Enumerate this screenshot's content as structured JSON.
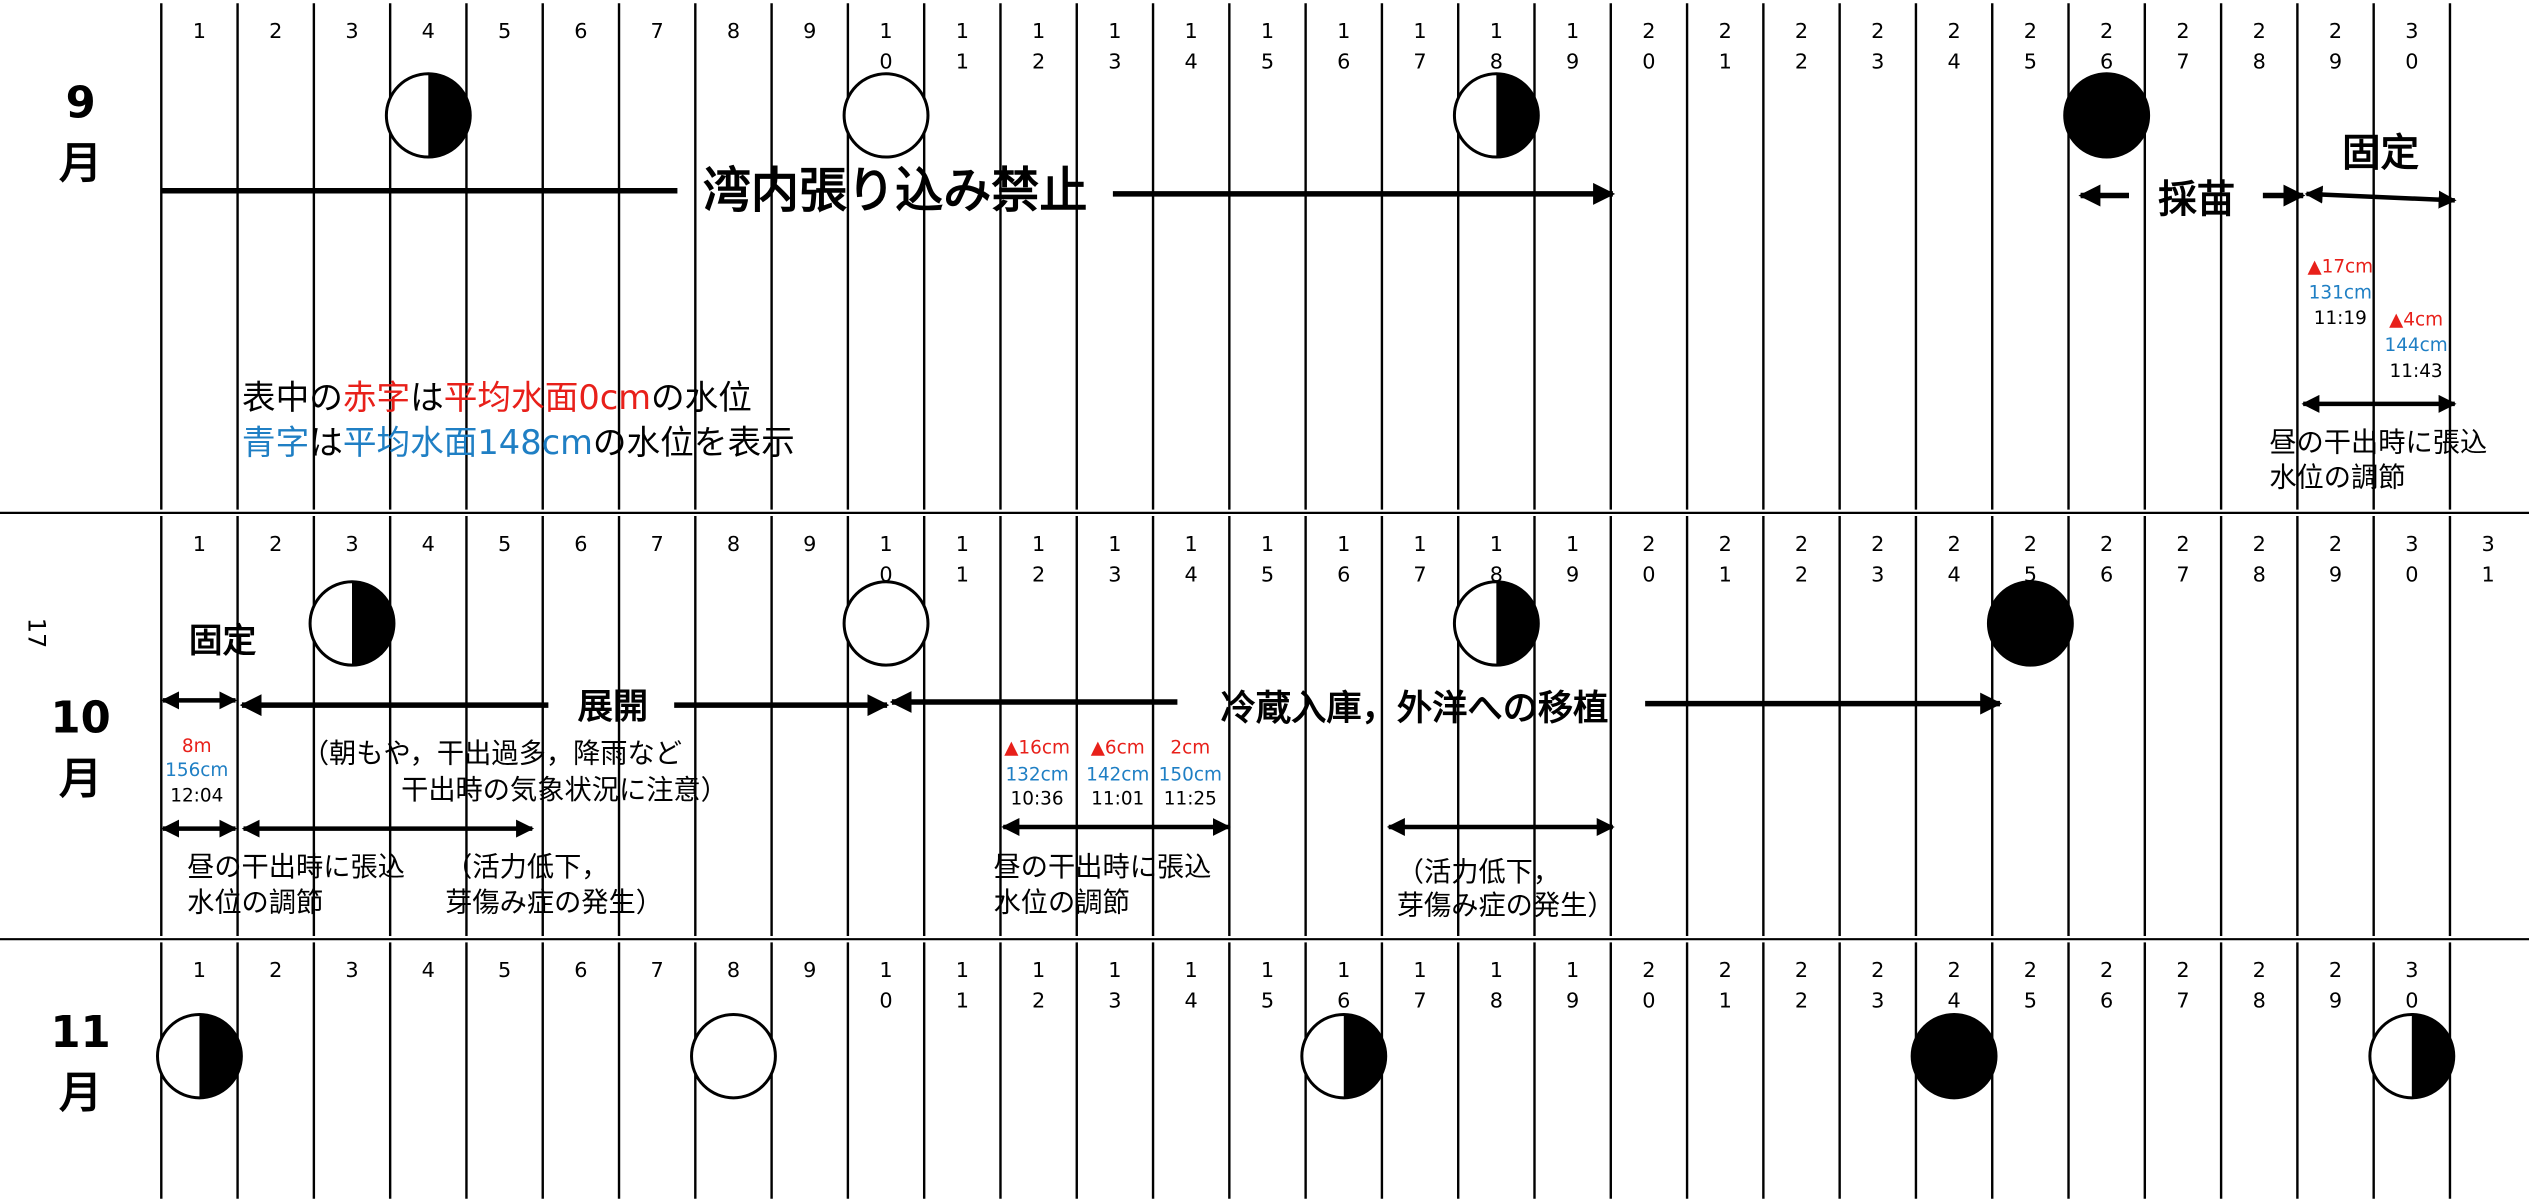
{
  "months": [
    {
      "key": "sep",
      "num": "9",
      "unit": "月",
      "days": [
        "1",
        "2",
        "3",
        "4",
        "5",
        "6",
        "7",
        "8",
        "9",
        "10",
        "11",
        "12",
        "13",
        "14",
        "15",
        "16",
        "17",
        "18",
        "19",
        "20",
        "21",
        "22",
        "23",
        "24",
        "25",
        "26",
        "27",
        "28",
        "29",
        "30"
      ]
    },
    {
      "key": "oct",
      "num": "10",
      "unit": "月",
      "days": [
        "1",
        "2",
        "3",
        "4",
        "5",
        "6",
        "7",
        "8",
        "9",
        "10",
        "11",
        "12",
        "13",
        "14",
        "15",
        "16",
        "17",
        "18",
        "19",
        "20",
        "21",
        "22",
        "23",
        "24",
        "25",
        "26",
        "27",
        "28",
        "29",
        "30",
        "31"
      ]
    },
    {
      "key": "nov",
      "num": "11",
      "unit": "月",
      "days": [
        "1",
        "2",
        "3",
        "4",
        "5",
        "6",
        "7",
        "8",
        "9",
        "10",
        "11",
        "12",
        "13",
        "14",
        "15",
        "16",
        "17",
        "18",
        "19",
        "20",
        "21",
        "22",
        "23",
        "24",
        "25",
        "26",
        "27",
        "28",
        "29",
        "30"
      ]
    }
  ],
  "moons": [
    {
      "month": "sep",
      "day": 4,
      "phase": "first-quarter"
    },
    {
      "month": "sep",
      "day": 10,
      "phase": "full"
    },
    {
      "month": "sep",
      "day": 18,
      "phase": "last-quarter"
    },
    {
      "month": "sep",
      "day": 26,
      "phase": "new"
    },
    {
      "month": "oct",
      "day": 3,
      "phase": "first-quarter"
    },
    {
      "month": "oct",
      "day": 10,
      "phase": "full"
    },
    {
      "month": "oct",
      "day": 18,
      "phase": "last-quarter"
    },
    {
      "month": "oct",
      "day": 25,
      "phase": "new"
    },
    {
      "month": "nov",
      "day": 1,
      "phase": "first-quarter"
    },
    {
      "month": "nov",
      "day": 8,
      "phase": "full"
    },
    {
      "month": "nov",
      "day": 16,
      "phase": "last-quarter"
    },
    {
      "month": "nov",
      "day": 24,
      "phase": "new"
    },
    {
      "month": "nov",
      "day": 30,
      "phase": "first-quarter"
    }
  ],
  "sep": {
    "ban_label": "湾内張り込み禁止",
    "saibyo_label": "採苗",
    "kotei_label": "固定",
    "tides": [
      {
        "red": "▲17cm",
        "blue": "131cm",
        "time": "11:19"
      },
      {
        "red": "▲4cm",
        "blue": "144cm",
        "time": "11:43"
      }
    ],
    "adjust_label": [
      "昼の干出時に張込",
      "水位の調節"
    ],
    "legend": {
      "l1_a": "表中の",
      "l1_b": "赤字",
      "l1_c": "は",
      "l1_d": "平均水面0cm",
      "l1_e": "の水位",
      "l2_a": "青字",
      "l2_b": "は",
      "l2_c": "平均水面148cm",
      "l2_d": "の水位を表示"
    }
  },
  "oct": {
    "side_mark": "17",
    "kotei_label": "固定",
    "tenkai_label": "展開",
    "reizo_label": "冷蔵入庫，外洋への移植",
    "note": [
      "（朝もや，干出過多，降雨など",
      "干出時の気象状況に注意）"
    ],
    "tide_a": {
      "red": "8m",
      "blue": "156cm",
      "time": "12:04"
    },
    "tides_b": [
      {
        "red": "▲16cm",
        "blue": "132cm",
        "time": "10:36"
      },
      {
        "red": "▲6cm",
        "blue": "142cm",
        "time": "11:01"
      },
      {
        "red": "2cm",
        "blue": "150cm",
        "time": "11:25"
      }
    ],
    "adjust_a": [
      "昼の干出時に張込",
      "水位の調節"
    ],
    "vigor_a": [
      "（活力低下，",
      "芽傷み症の発生）"
    ],
    "adjust_b": [
      "昼の干出時に張込",
      "水位の調節"
    ],
    "vigor_b": [
      "（活力低下，",
      "芽傷み症の発生）"
    ]
  },
  "colors": {
    "red": "#e8201a",
    "blue": "#1f7fc4",
    "black": "#000000"
  }
}
